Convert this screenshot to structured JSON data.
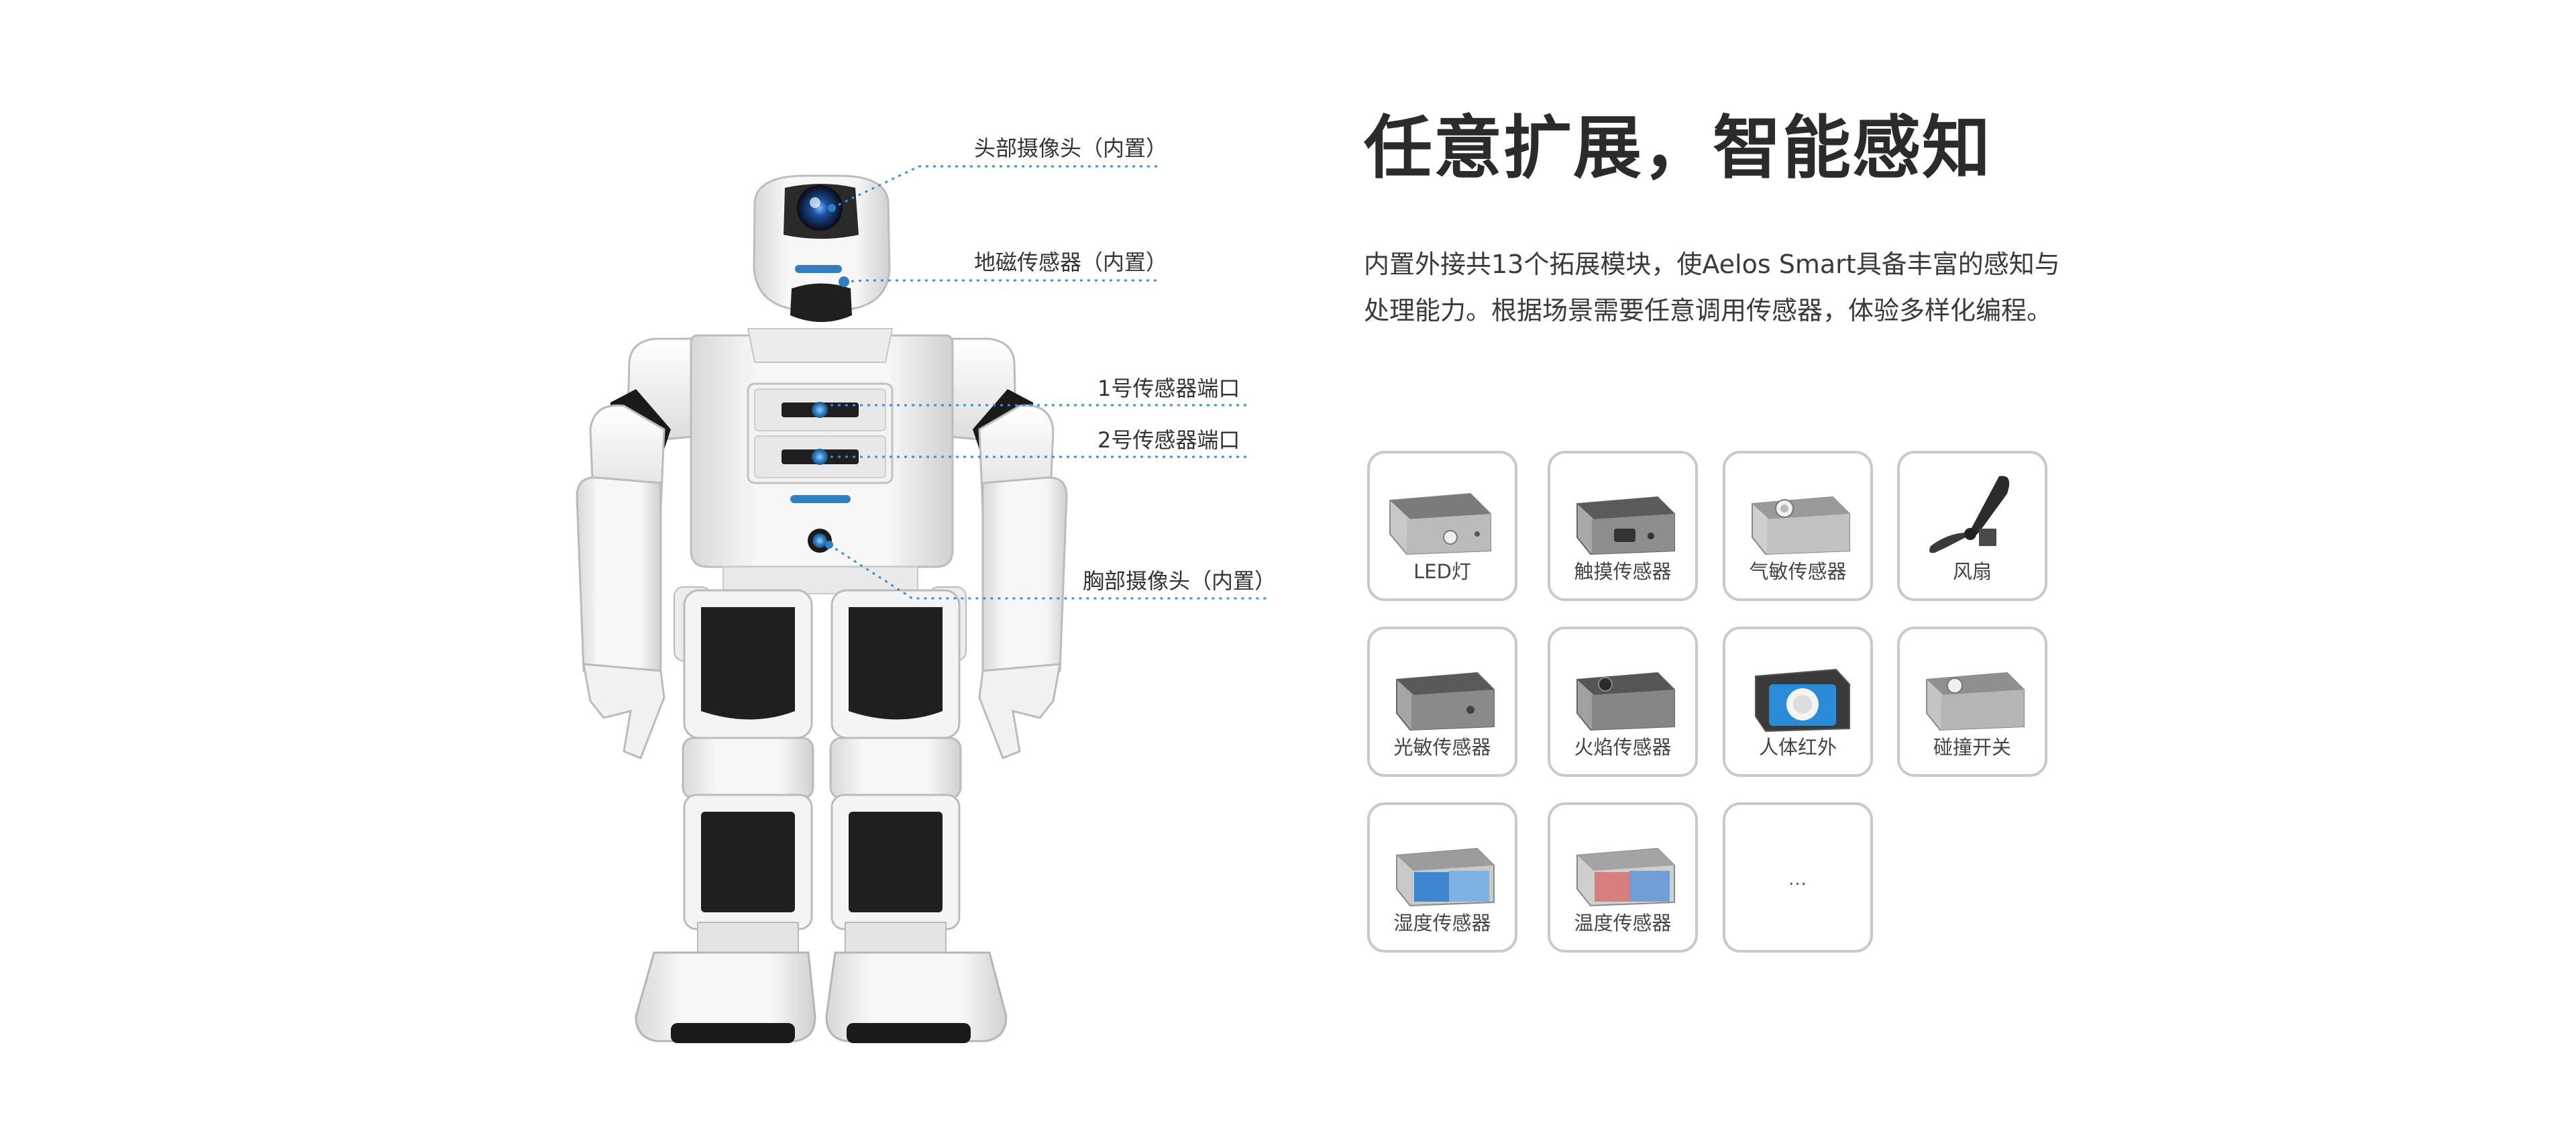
{
  "headline": "任意扩展，智能感知",
  "description": "内置外接共13个拓展模块，使Aelos Smart具备丰富的感知与处理能力。根据场景需要任意调用传感器，体验多样化编程。",
  "callouts": {
    "head_camera": "头部摄像头（内置）",
    "magnetometer": "地磁传感器（内置）",
    "port1": "1号传感器端口",
    "port2": "2号传感器端口",
    "chest_camera": "胸部摄像头（内置）"
  },
  "modules": [
    {
      "label": "LED灯",
      "icon": "led-module-icon"
    },
    {
      "label": "触摸传感器",
      "icon": "touch-sensor-icon"
    },
    {
      "label": "气敏传感器",
      "icon": "gas-sensor-icon"
    },
    {
      "label": "风扇",
      "icon": "fan-icon"
    },
    {
      "label": "光敏传感器",
      "icon": "light-sensor-icon"
    },
    {
      "label": "火焰传感器",
      "icon": "flame-sensor-icon"
    },
    {
      "label": "人体红外",
      "icon": "pir-sensor-icon"
    },
    {
      "label": "碰撞开关",
      "icon": "collision-switch-icon"
    },
    {
      "label": "湿度传感器",
      "icon": "humidity-sensor-icon"
    },
    {
      "label": "温度传感器",
      "icon": "temperature-sensor-icon"
    }
  ],
  "more_label": "...",
  "colors": {
    "accent_blue": "#2f7fc2",
    "tile_border": "#c9c9c9",
    "robot_black": "#1f1f1f"
  }
}
